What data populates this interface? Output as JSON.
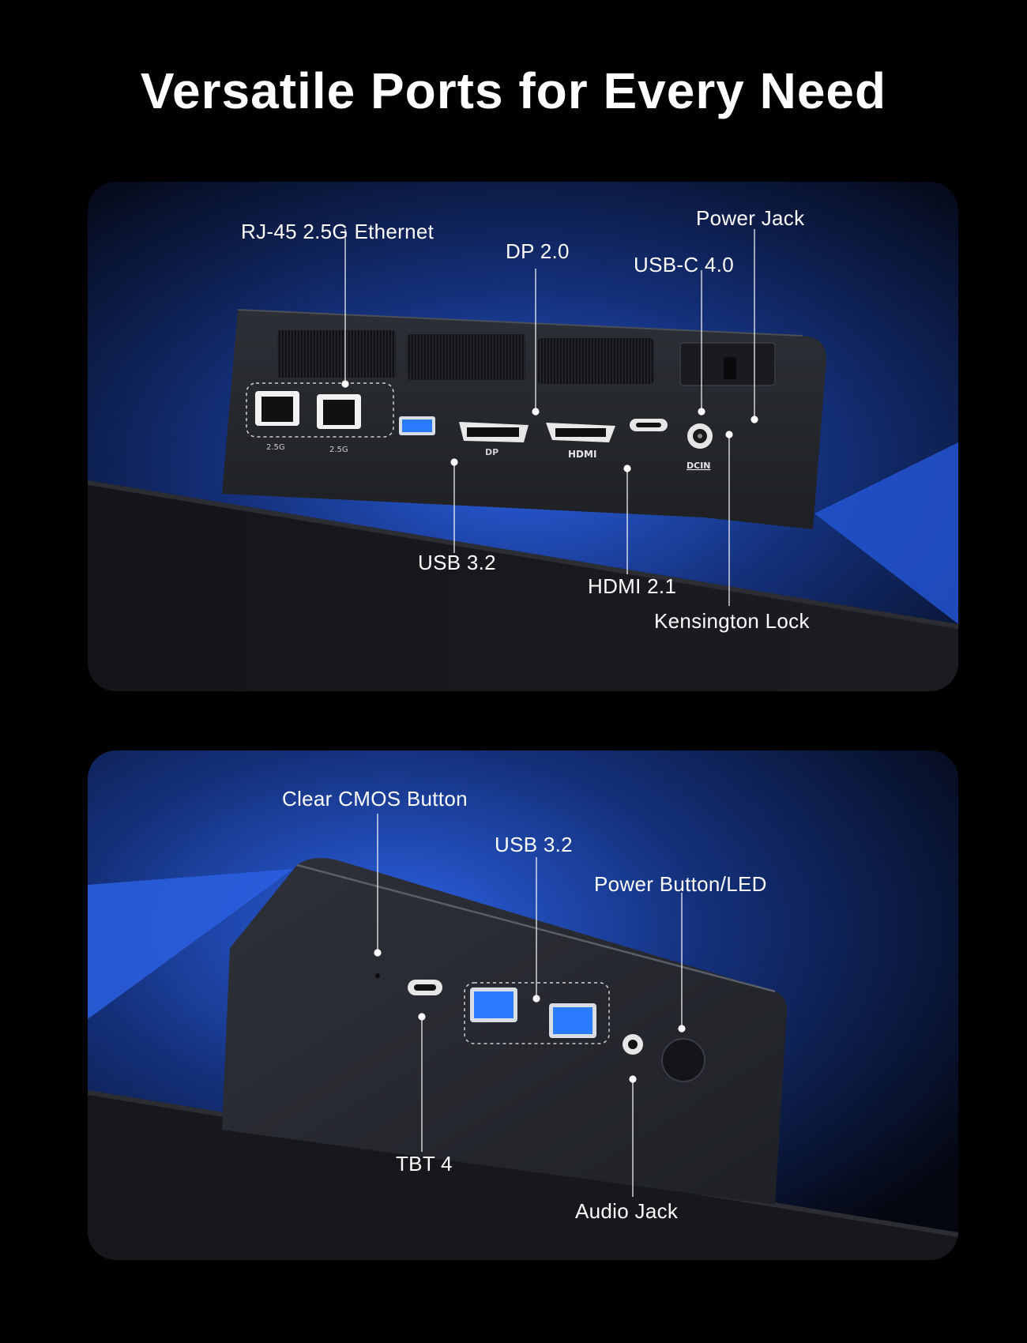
{
  "title": "Versatile Ports for Every Need",
  "colors": {
    "background": "#000000",
    "accent_blue": "#2f6fff",
    "device_body": "#2a2c31",
    "usb3_blue": "#2b7bff",
    "label_text": "#ffffff"
  },
  "rear_panel": {
    "labels": {
      "rj45": "RJ-45 2.5G Ethernet",
      "dp": "DP 2.0",
      "usbc": "USB-C 4.0",
      "power_jack": "Power Jack",
      "usb32": "USB 3.2",
      "hdmi": "HDMI 2.1",
      "kensington": "Kensington Lock"
    },
    "silk": {
      "lan1": "2.5G",
      "lan2": "2.5G",
      "dp": "DP",
      "hdmi": "HDMI",
      "dcin": "DCIN"
    }
  },
  "front_panel": {
    "labels": {
      "cmos": "Clear CMOS Button",
      "usb32": "USB 3.2",
      "power_button": "Power Button/LED",
      "tbt4": "TBT 4",
      "audio": "Audio Jack"
    }
  }
}
